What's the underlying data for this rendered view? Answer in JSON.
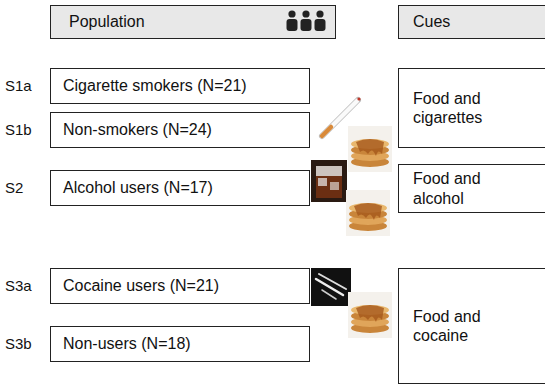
{
  "diagram": {
    "nodes": [
      {
        "text": [
          "Population"
        ]
      },
      {
        "text": [
          "Cues"
        ]
      },
      {
        "text": [
          "Cigarette smokers (N=21)"
        ]
      },
      {
        "text": [
          "Food and cigarettes"
        ]
      },
      {
        "text": [
          "Non-smokers (N=24)"
        ]
      },
      {
        "text": [
          "Alcohol users (N=17)"
        ]
      },
      {
        "text": [
          "Food and alcohol"
        ]
      },
      {
        "text": [
          "Cocaine users (N=21)"
        ]
      },
      {
        "text": [
          "Food and cocaine"
        ]
      },
      {
        "text": [
          "Non-users (N=18)"
        ]
      }
    ],
    "labels": [
      "S1a",
      "S1b",
      "S2",
      "S3a",
      "S3b"
    ]
  }
}
